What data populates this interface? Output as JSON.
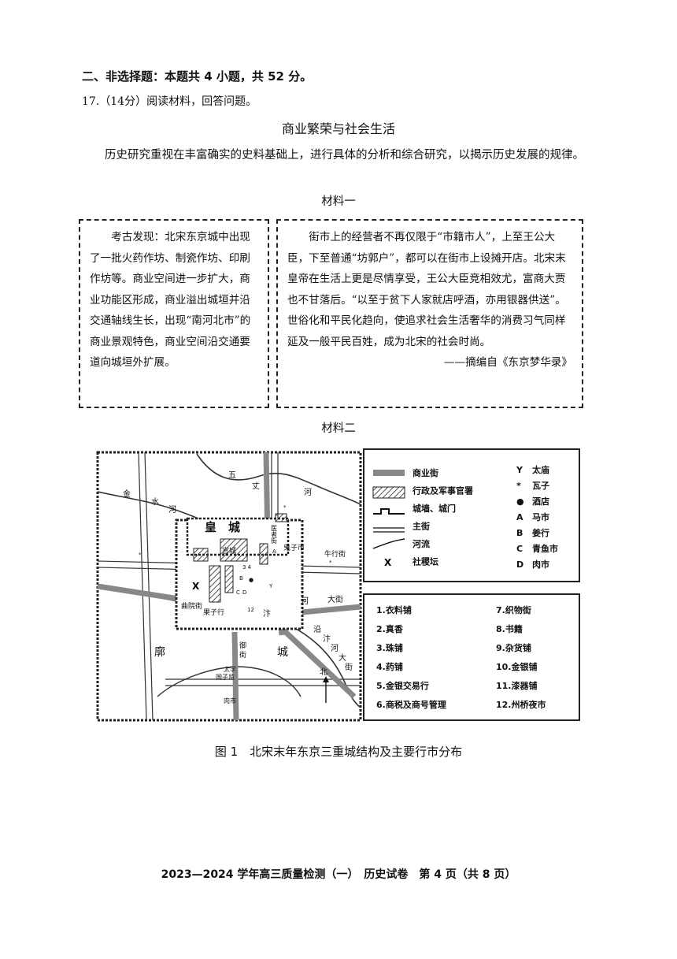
{
  "section_heading": "二、非选择题：本题共 4 小题，共 52 分。",
  "question_heading": "17.（14分）阅读材料，回答问题。",
  "title": "商业繁荣与社会生活",
  "intro": "历史研究重视在丰富确实的史料基础上，进行具体的分析和综合研究，以揭示历史发展的规律。",
  "material1": {
    "label": "材料一",
    "left_text": "考古发现：北宋东京城中出现了一批火药作坊、制瓷作坊、印刷作坊等。商业空间进一步扩大，商业功能区形成，商业溢出城垣并沿交通轴线生长，出现“南河北市”的商业景观特色，商业空间沿交通要道向城垣外扩展。",
    "right_text": "街市上的经营者不再仅限于“市籍市人”，上至王公大臣，下至普通“坊郭户”，都可以在街市上设摊开店。北宋末皇帝在生活上更是尽情享受，王公大臣竞相效尤，富商大贾也不甘落后。“以至于贫下人家就店呼酒，亦用银器供送”。世俗化和平民化趋向，使追求社会生活奢华的消费习气同样延及一般平民百姓，成为北宋的社会时尚。",
    "source": "——摘编自《东京梦华录》"
  },
  "material2": {
    "label": "材料二",
    "legend_left": [
      "商业街",
      "行政及军事官署",
      "城墙、城门",
      "主街",
      "河流",
      "社稷坛"
    ],
    "legend_right": [
      {
        "symbol": "Y",
        "label": "太庙"
      },
      {
        "symbol": "*",
        "label": "瓦子"
      },
      {
        "symbol": "●",
        "label": "酒店"
      },
      {
        "symbol": "A",
        "label": "马市"
      },
      {
        "symbol": "B",
        "label": "姜行"
      },
      {
        "symbol": "C",
        "label": "青鱼市"
      },
      {
        "symbol": "D",
        "label": "肉市"
      }
    ],
    "shops_left": [
      "1.衣料铺",
      "2.真香",
      "3.珠铺",
      "4.药铺",
      "5.金银交易行",
      "6.商税及商号管理"
    ],
    "shops_right": [
      "7.织物街",
      "8.书籍",
      "9.杂货铺",
      "10.金银铺",
      "11.漆器铺",
      "12.州桥夜市"
    ],
    "map_labels": {
      "wu": "五",
      "zhang": "丈",
      "he1": "河",
      "jin": "金",
      "shui": "水",
      "he2": "河",
      "huang": "皇",
      "cheng": "城",
      "gongcheng": "宫城",
      "guizhe": "鬼子市",
      "niuxing": "牛行街",
      "quyuan": "曲院街",
      "guozi": "果子行",
      "bian": "汴",
      "he3": "河",
      "dajie": "大街",
      "yan": "沿",
      "bian2": "汴",
      "he4": "河",
      "da2": "大",
      "jie2": "街",
      "kuo": "廓",
      "cheng2": "城",
      "yu": "御",
      "jie3": "街",
      "taixue": "太学",
      "guozijian": "国子监",
      "roushi": "肉市",
      "north": "北",
      "yuzhe": "医者街"
    }
  },
  "caption": "图 1　北宋末年东京三重城结构及主要行市分布",
  "footer": "2023—2024 学年高三质量检测（一）　历史试卷　第 4 页（共 8 页）"
}
